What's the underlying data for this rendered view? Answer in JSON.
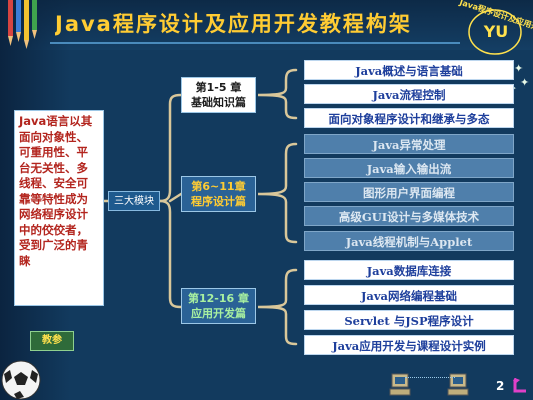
{
  "slide": {
    "title": "Java程序设计及应用开发教程构架",
    "badge_text": "Java程序设计及应用开发",
    "badge_initials": "YU",
    "page_number": "2"
  },
  "summary": {
    "text": "Java语言以其面向对象性、可重用性、平台无关性、多线程、安全可靠等特性成为网络程序设计中的佼佼者，受到广泛的青睐"
  },
  "module_label": "三大模块",
  "chapters": [
    {
      "label_line1": "第1-5 章",
      "label_line2": "基础知识篇"
    },
    {
      "label_line1": "第6~11章",
      "label_line2": "程序设计篇"
    },
    {
      "label_line1": "第12-16 章",
      "label_line2": "应用开发篇"
    }
  ],
  "topics": [
    {
      "label": "Java概述与语言基础"
    },
    {
      "label": "Java流程控制"
    },
    {
      "label": "面向对象程序设计和继承与多态"
    },
    {
      "label": "Java异常处理"
    },
    {
      "label": "Java输入输出流"
    },
    {
      "label": "图形用户界面编程"
    },
    {
      "label": "高级GUI设计与多媒体技术"
    },
    {
      "label": "Java线程机制与Applet"
    },
    {
      "label": "Java数据库连接"
    },
    {
      "label": "Java网络编程基础"
    },
    {
      "label": "Servlet 与JSP程序设计"
    },
    {
      "label": "Java应用开发与课程设计实例"
    }
  ],
  "back_button": "教参",
  "colors": {
    "background": "#123a5e",
    "title": "#ffcc33",
    "bracket": "#d9c79a",
    "summary_text": "#b3251e",
    "topic_text": "#1e3f9c"
  }
}
